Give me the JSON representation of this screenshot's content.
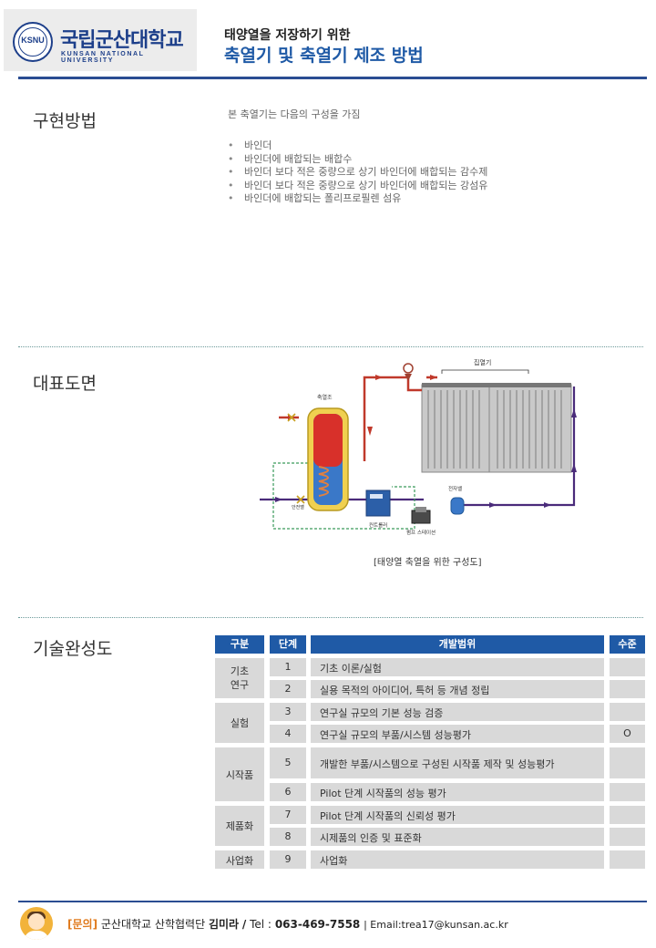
{
  "header": {
    "logo_kor": "국립군산대학교",
    "logo_eng": "KUNSAN NATIONAL UNIVERSITY",
    "logo_badge": "KSNU",
    "title_sub": "태양열을 저장하기 위한",
    "title_main": "축열기 및 축열기 제조 방법"
  },
  "section1": {
    "label": "구현방법",
    "intro": "본 축열기는 다음의 구성을 가짐",
    "bullets": [
      "바인더",
      "바인더에 배합되는 배합수",
      "바인더 보다 적은 중량으로 상기 바인더에 배합되는 감수제",
      "바인더 보다 적은 중량으로 상기 바인더에 배합되는 강섬유",
      "바인더에 배합되는 폴리프로필렌 섬유"
    ]
  },
  "section2": {
    "label": "대표도면",
    "figure_labels": {
      "collector": "집열기",
      "tank": "축열조",
      "safety_valve": "안전밸",
      "controller": "컨트롤러",
      "pump_station": "펌프 스테이션",
      "expansion": "전자밸"
    },
    "caption": "[태양열 축열을 위한 구성도]"
  },
  "section3": {
    "label": "기술완성도",
    "headers": [
      "구분",
      "단계",
      "개발범위",
      "수준"
    ],
    "groups": [
      {
        "name": "기초\n연구",
        "rows": [
          {
            "step": "1",
            "scope": "기초 이론/실험",
            "level": ""
          },
          {
            "step": "2",
            "scope": "실용 목적의 아이디어, 특허 등 개념 정립",
            "level": ""
          }
        ]
      },
      {
        "name": "실험",
        "rows": [
          {
            "step": "3",
            "scope": "연구실 규모의 기본 성능 검증",
            "level": ""
          },
          {
            "step": "4",
            "scope": "연구실 규모의 부품/시스템 성능평가",
            "level": "O"
          }
        ]
      },
      {
        "name": "시작품",
        "rows": [
          {
            "step": "5",
            "scope": "개발한 부품/시스템으로  구성된 시작품 제작 및 성능평가",
            "level": ""
          },
          {
            "step": "6",
            "scope": "Pilot 단계 시작품의 성능 평가",
            "level": ""
          }
        ]
      },
      {
        "name": "제품화",
        "rows": [
          {
            "step": "7",
            "scope": "Pilot 단계 시작품의 신뢰성 평가",
            "level": ""
          },
          {
            "step": "8",
            "scope": "시제품의 인증 및 표준화",
            "level": ""
          }
        ]
      },
      {
        "name": "사업화",
        "rows": [
          {
            "step": "9",
            "scope": "사업화",
            "level": ""
          }
        ]
      }
    ]
  },
  "footer": {
    "inquiry": "[문의]",
    "org": "군산대학교 산학협력단",
    "name": "김미라",
    "sep": "/",
    "tel_label": "Tel :",
    "tel": "063-469-7558",
    "email": "| Email:trea17@kunsan.ac.kr"
  },
  "colors": {
    "accent": "#1f5aa6",
    "rule": "#2a4d92",
    "cell": "#d9d9d9",
    "inquiry": "#e07b1e"
  }
}
